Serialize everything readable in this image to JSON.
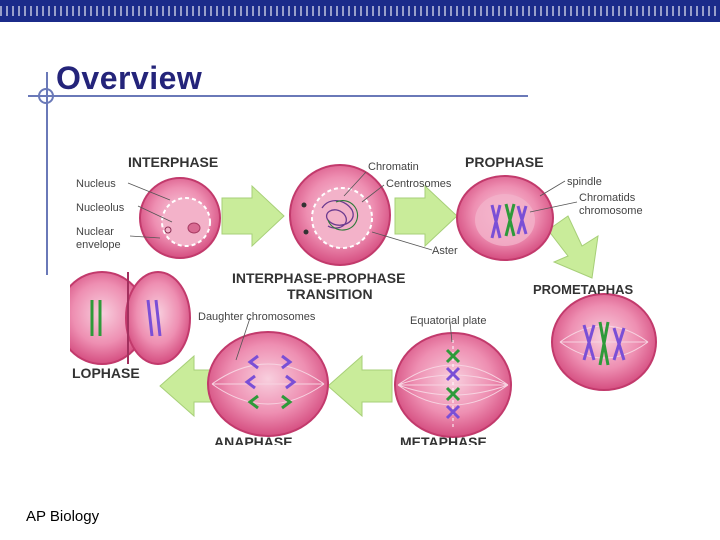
{
  "slide": {
    "title": "Overview",
    "footer": "AP Biology"
  },
  "diagram": {
    "phases": {
      "interphase": "INTERPHASE",
      "prophase": "PROPHASE",
      "transition_line1": "INTERPHASE-PROPHASE",
      "transition_line2": "TRANSITION",
      "prometaphase": "PROMETAPHAS",
      "telophase": "LOPHASE",
      "anaphase": "ANAPHASE",
      "metaphase": "METAPHASE"
    },
    "labels": {
      "nucleus": "Nucleus",
      "nucleolus": "Nucleolus",
      "nuclear_line1": "Nuclear",
      "nuclear_line2": "envelope",
      "chromatin": "Chromatin",
      "centrosomes": "Centrosomes",
      "aster": "Aster",
      "spindle": "spindle",
      "chromatids_line1": "Chromatids",
      "chromatids_line2": "chromosome",
      "daughter_chromosomes": "Daughter chromosomes",
      "equatorial_plate": "Equatorial plate"
    },
    "colors": {
      "cell_fill": "#e25a8c",
      "cell_light": "#f5b9cf",
      "arrow_fill": "#c9ec9a",
      "chromosome_purple": "#7a4fd6",
      "chromosome_green": "#2e9a3a",
      "label_text": "#333333"
    }
  }
}
